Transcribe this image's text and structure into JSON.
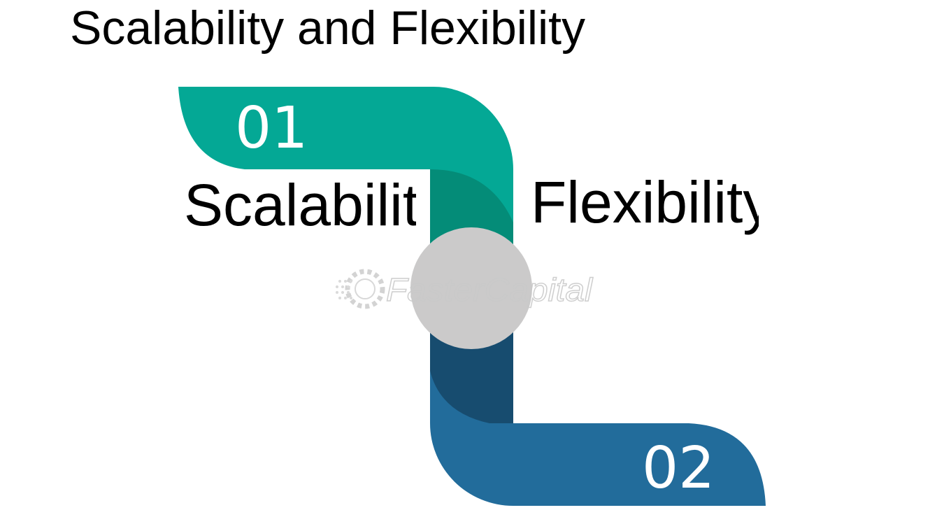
{
  "title": "Scalability and Flexibility",
  "steps": [
    {
      "number": "01",
      "label": "Scalability",
      "color": "#04a895",
      "shade": "#048c78"
    },
    {
      "number": "02",
      "label": "Flexibility",
      "color": "#226c9b",
      "shade": "#174c6f"
    }
  ],
  "center_circle_color": "#cbcaca",
  "watermark": {
    "text": "FasterCapital"
  }
}
